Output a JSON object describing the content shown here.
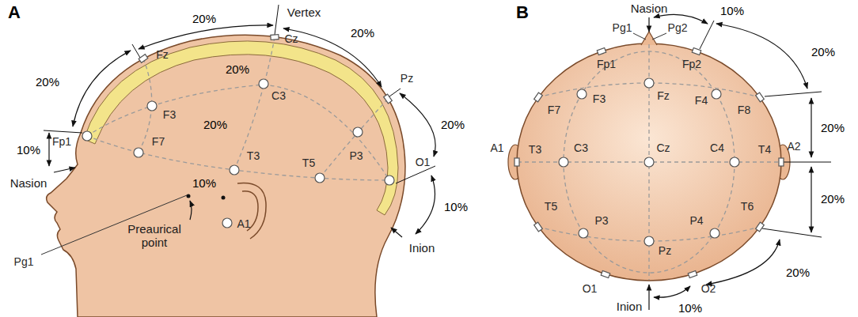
{
  "diagram": {
    "labels": [
      "A",
      "20%",
      "Vertex",
      "Fz",
      "Cz",
      "20%",
      "20%",
      "Fp1",
      "F3",
      "20%",
      "C3",
      "Pz",
      "20%",
      "P3",
      "20%",
      "F7",
      "10%",
      "T3",
      "T5",
      "O1",
      "Nasion",
      "10%",
      "10%",
      "A1",
      "Preaurical point",
      "Inion",
      "Pg1",
      "B",
      "Nasion",
      "10%",
      "Pg1",
      "Pg2",
      "Fp1",
      "Fp2",
      "20%",
      "F7",
      "F3",
      "Fz",
      "F4",
      "F8",
      "20%",
      "A1",
      "T3",
      "C3",
      "Cz",
      "C4",
      "T4",
      "A2",
      "20%",
      "T5",
      "P3",
      "Pz",
      "P4",
      "T6",
      "O1",
      "O2",
      "20%",
      "Inion",
      "10%"
    ]
  }
}
